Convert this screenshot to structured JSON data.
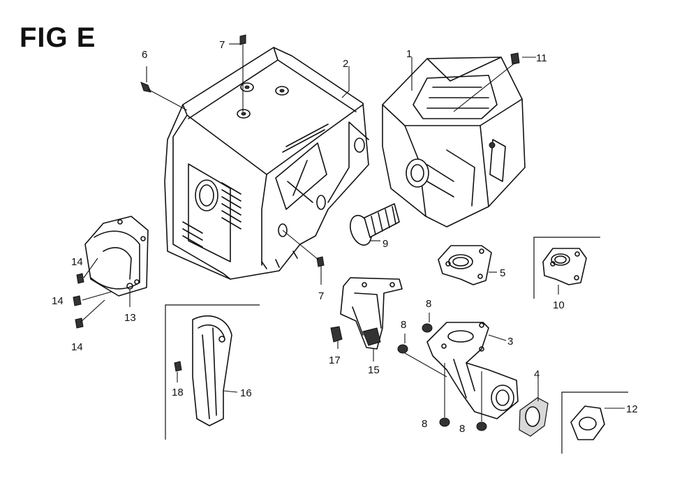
{
  "figure": {
    "title": "FIG E"
  },
  "callouts": [
    {
      "id": "c1",
      "label": "1"
    },
    {
      "id": "c2",
      "label": "2"
    },
    {
      "id": "c3",
      "label": "3"
    },
    {
      "id": "c4",
      "label": "4"
    },
    {
      "id": "c5",
      "label": "5"
    },
    {
      "id": "c6",
      "label": "6"
    },
    {
      "id": "c7a",
      "label": "7"
    },
    {
      "id": "c7b",
      "label": "7"
    },
    {
      "id": "c8a",
      "label": "8"
    },
    {
      "id": "c8b",
      "label": "8"
    },
    {
      "id": "c8c",
      "label": "8"
    },
    {
      "id": "c8d",
      "label": "8"
    },
    {
      "id": "c9",
      "label": "9"
    },
    {
      "id": "c10",
      "label": "10"
    },
    {
      "id": "c11",
      "label": "11"
    },
    {
      "id": "c12",
      "label": "12"
    },
    {
      "id": "c13",
      "label": "13"
    },
    {
      "id": "c14a",
      "label": "14"
    },
    {
      "id": "c14b",
      "label": "14"
    },
    {
      "id": "c14c",
      "label": "14"
    },
    {
      "id": "c15",
      "label": "15"
    },
    {
      "id": "c16",
      "label": "16"
    },
    {
      "id": "c17",
      "label": "17"
    },
    {
      "id": "c18",
      "label": "18"
    }
  ]
}
